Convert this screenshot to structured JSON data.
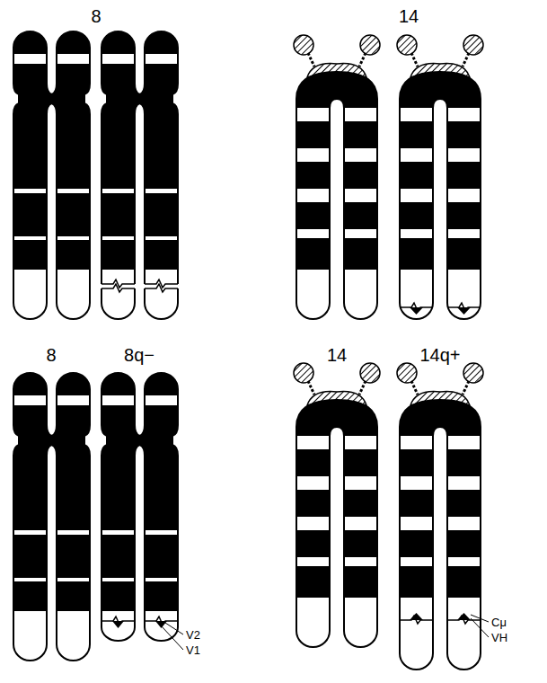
{
  "diagram": {
    "labels": [
      "8",
      "14",
      "8",
      "8q−",
      "14",
      "14q+",
      "V2",
      "V1",
      "Cμ",
      "VH"
    ]
  }
}
